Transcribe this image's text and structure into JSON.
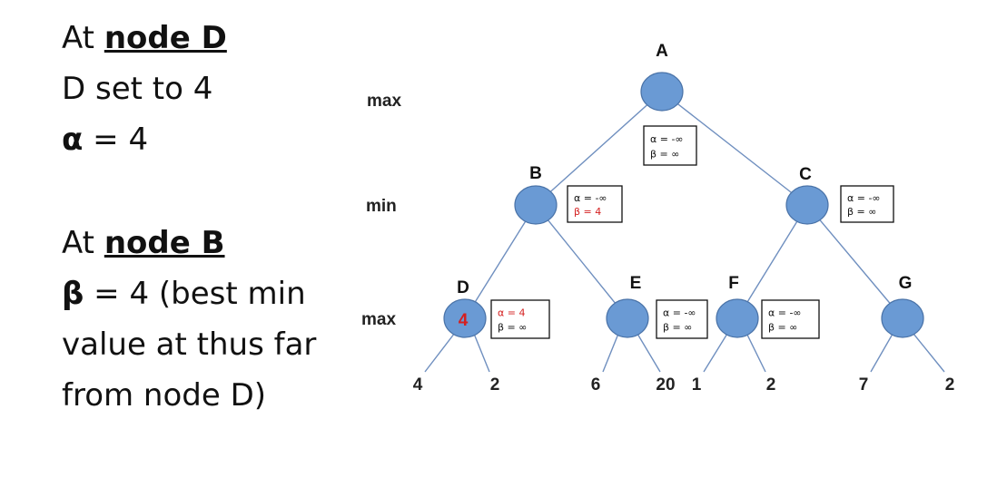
{
  "left_text": {
    "nodeD": {
      "prefix": "At ",
      "name": "node D"
    },
    "d_set": "D set to 4",
    "alpha": {
      "symbol": "α",
      "rest": " = 4"
    },
    "nodeB": {
      "prefix": "At ",
      "name": "node B"
    },
    "beta": {
      "symbol": "β",
      "rest": " = 4 (best min"
    },
    "line2": "value at thus far",
    "line3": "from node D)"
  },
  "tree": {
    "levels": [
      "max",
      "min",
      "max"
    ],
    "nodes": [
      {
        "id": "A",
        "label": "A",
        "value": ""
      },
      {
        "id": "B",
        "label": "B",
        "value": ""
      },
      {
        "id": "C",
        "label": "C",
        "value": ""
      },
      {
        "id": "D",
        "label": "D",
        "value": "4"
      },
      {
        "id": "E",
        "label": "E",
        "value": ""
      },
      {
        "id": "F",
        "label": "F",
        "value": ""
      },
      {
        "id": "G",
        "label": "G",
        "value": ""
      }
    ],
    "edges": [
      [
        "A",
        "B"
      ],
      [
        "A",
        "C"
      ],
      [
        "B",
        "D"
      ],
      [
        "B",
        "E"
      ],
      [
        "C",
        "F"
      ],
      [
        "C",
        "G"
      ]
    ],
    "boxes": [
      {
        "node": "A",
        "alpha": "α = -∞",
        "beta": "β = ∞",
        "alpha_highlight": false,
        "beta_highlight": false
      },
      {
        "node": "B",
        "alpha": "α = -∞",
        "beta": "β = 4",
        "alpha_highlight": false,
        "beta_highlight": true
      },
      {
        "node": "C",
        "alpha": "α = -∞",
        "beta": "β = ∞",
        "alpha_highlight": false,
        "beta_highlight": false
      },
      {
        "node": "D",
        "alpha": "α = 4",
        "beta": "β = ∞",
        "alpha_highlight": true,
        "beta_highlight": false
      },
      {
        "node": "E",
        "alpha": "α = -∞",
        "beta": "β = ∞",
        "alpha_highlight": false,
        "beta_highlight": false
      },
      {
        "node": "F",
        "alpha": "α = -∞",
        "beta": "β = ∞",
        "alpha_highlight": false,
        "beta_highlight": false
      }
    ],
    "leaves": [
      {
        "parent": "D",
        "value": "4"
      },
      {
        "parent": "D",
        "value": "2"
      },
      {
        "parent": "E",
        "value": "6"
      },
      {
        "parent": "E",
        "value": "20"
      },
      {
        "parent": "F",
        "value": "1"
      },
      {
        "parent": "F",
        "value": "2"
      },
      {
        "parent": "G",
        "value": "7"
      },
      {
        "parent": "G",
        "value": "2"
      }
    ]
  },
  "colors": {
    "node_fill": "#6a9ad4",
    "node_stroke": "#4a73a8",
    "edge": "#6f8fbf",
    "highlight": "#d42020",
    "text": "#111111"
  }
}
